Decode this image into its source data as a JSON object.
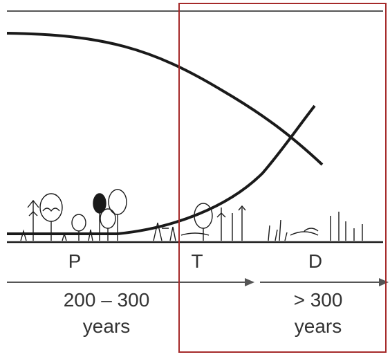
{
  "stages": [
    {
      "key": "P",
      "label": "P"
    },
    {
      "key": "T",
      "label": "T"
    },
    {
      "key": "D",
      "label": "D"
    }
  ],
  "durations": [
    {
      "line1": "200 – 300",
      "line2": "years"
    },
    {
      "line1": "> 300",
      "line2": "years"
    }
  ],
  "colors": {
    "ink": "#1a1a1a",
    "text": "#333333",
    "arrow": "#555555",
    "highlight_box": "#a52a2a"
  }
}
